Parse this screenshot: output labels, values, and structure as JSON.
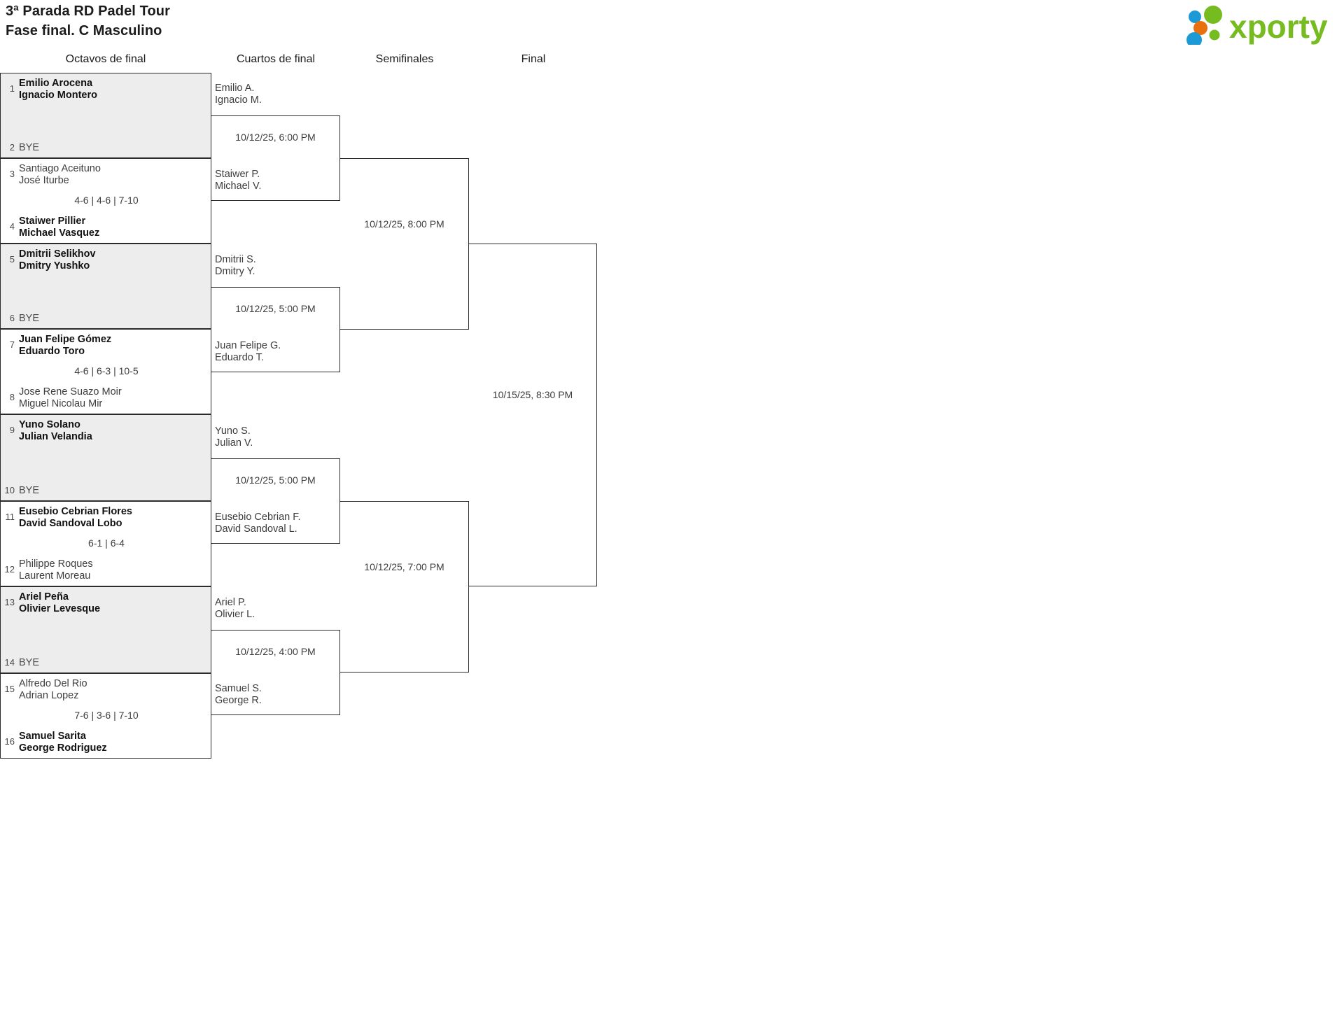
{
  "header": {
    "title_line1": "3ª Parada RD Padel Tour",
    "title_line2": "Fase final. C Masculino",
    "logo_text": "xporty"
  },
  "rounds": [
    {
      "label": "Octavos de final"
    },
    {
      "label": "Cuartos de final"
    },
    {
      "label": "Semifinales"
    },
    {
      "label": "Final"
    }
  ],
  "round1": [
    {
      "seed_top": "1",
      "top_l1": "Emilio Arocena",
      "top_l2": "Ignacio Montero",
      "top_winner": true,
      "seed_bot": "2",
      "bot_l1": "BYE",
      "bot_l2": "",
      "bot_winner": false,
      "bye": true,
      "score": "",
      "shaded": true
    },
    {
      "seed_top": "3",
      "top_l1": "Santiago Aceituno",
      "top_l2": "José Iturbe",
      "top_winner": false,
      "seed_bot": "4",
      "bot_l1": "Staiwer Pillier",
      "bot_l2": "Michael Vasquez",
      "bot_winner": true,
      "bye": false,
      "score": "4-6 | 4-6 | 7-10",
      "shaded": false
    },
    {
      "seed_top": "5",
      "top_l1": "Dmitrii Selikhov",
      "top_l2": "Dmitry Yushko",
      "top_winner": true,
      "seed_bot": "6",
      "bot_l1": "BYE",
      "bot_l2": "",
      "bot_winner": false,
      "bye": true,
      "score": "",
      "shaded": true
    },
    {
      "seed_top": "7",
      "top_l1": "Juan Felipe Gómez",
      "top_l2": "Eduardo Toro",
      "top_winner": true,
      "seed_bot": "8",
      "bot_l1": "Jose Rene Suazo Moir",
      "bot_l2": "Miguel Nicolau Mir",
      "bot_winner": false,
      "bye": false,
      "score": "4-6 | 6-3 | 10-5",
      "shaded": false
    },
    {
      "seed_top": "9",
      "top_l1": "Yuno Solano",
      "top_l2": "Julian Velandia",
      "top_winner": true,
      "seed_bot": "10",
      "bot_l1": "BYE",
      "bot_l2": "",
      "bot_winner": false,
      "bye": true,
      "score": "",
      "shaded": true
    },
    {
      "seed_top": "11",
      "top_l1": "Eusebio Cebrian Flores",
      "top_l2": "David Sandoval Lobo",
      "top_winner": true,
      "seed_bot": "12",
      "bot_l1": "Philippe Roques",
      "bot_l2": "Laurent Moreau",
      "bot_winner": false,
      "bye": false,
      "score": "6-1 | 6-4",
      "shaded": false
    },
    {
      "seed_top": "13",
      "top_l1": "Ariel Peña",
      "top_l2": "Olivier Levesque",
      "top_winner": true,
      "seed_bot": "14",
      "bot_l1": "BYE",
      "bot_l2": "",
      "bot_winner": false,
      "bye": true,
      "score": "",
      "shaded": true
    },
    {
      "seed_top": "15",
      "top_l1": "Alfredo Del Rio",
      "top_l2": "Adrian Lopez",
      "top_winner": false,
      "seed_bot": "16",
      "bot_l1": "Samuel Sarita",
      "bot_l2": "George Rodriguez",
      "bot_winner": true,
      "bye": false,
      "score": "7-6 | 3-6 | 7-10",
      "shaded": false
    }
  ],
  "round2": [
    {
      "top_l1": "Emilio A.",
      "top_l2": "Ignacio M.",
      "bot_l1": "Staiwer P.",
      "bot_l2": "Michael V.",
      "date": "10/12/25, 6:00 PM"
    },
    {
      "top_l1": "Dmitrii S.",
      "top_l2": "Dmitry Y.",
      "bot_l1": "Juan Felipe G.",
      "bot_l2": "Eduardo T.",
      "date": "10/12/25, 5:00 PM"
    },
    {
      "top_l1": "Yuno S.",
      "top_l2": "Julian V.",
      "bot_l1": "Eusebio Cebrian F.",
      "bot_l2": "David Sandoval L.",
      "date": "10/12/25, 5:00 PM"
    },
    {
      "top_l1": "Ariel P.",
      "top_l2": "Olivier L.",
      "bot_l1": "Samuel S.",
      "bot_l2": "George R.",
      "date": "10/12/25, 4:00 PM"
    }
  ],
  "round3": [
    {
      "date": "10/12/25, 8:00 PM"
    },
    {
      "date": "10/12/25, 7:00 PM"
    }
  ],
  "round4": [
    {
      "date": "10/15/25, 8:30 PM"
    }
  ],
  "colors": {
    "shade": "#ededed",
    "line": "#2b2b2b",
    "logo_green": "#76bc21",
    "logo_blue": "#1b9ad6",
    "logo_orange": "#e8700f"
  }
}
